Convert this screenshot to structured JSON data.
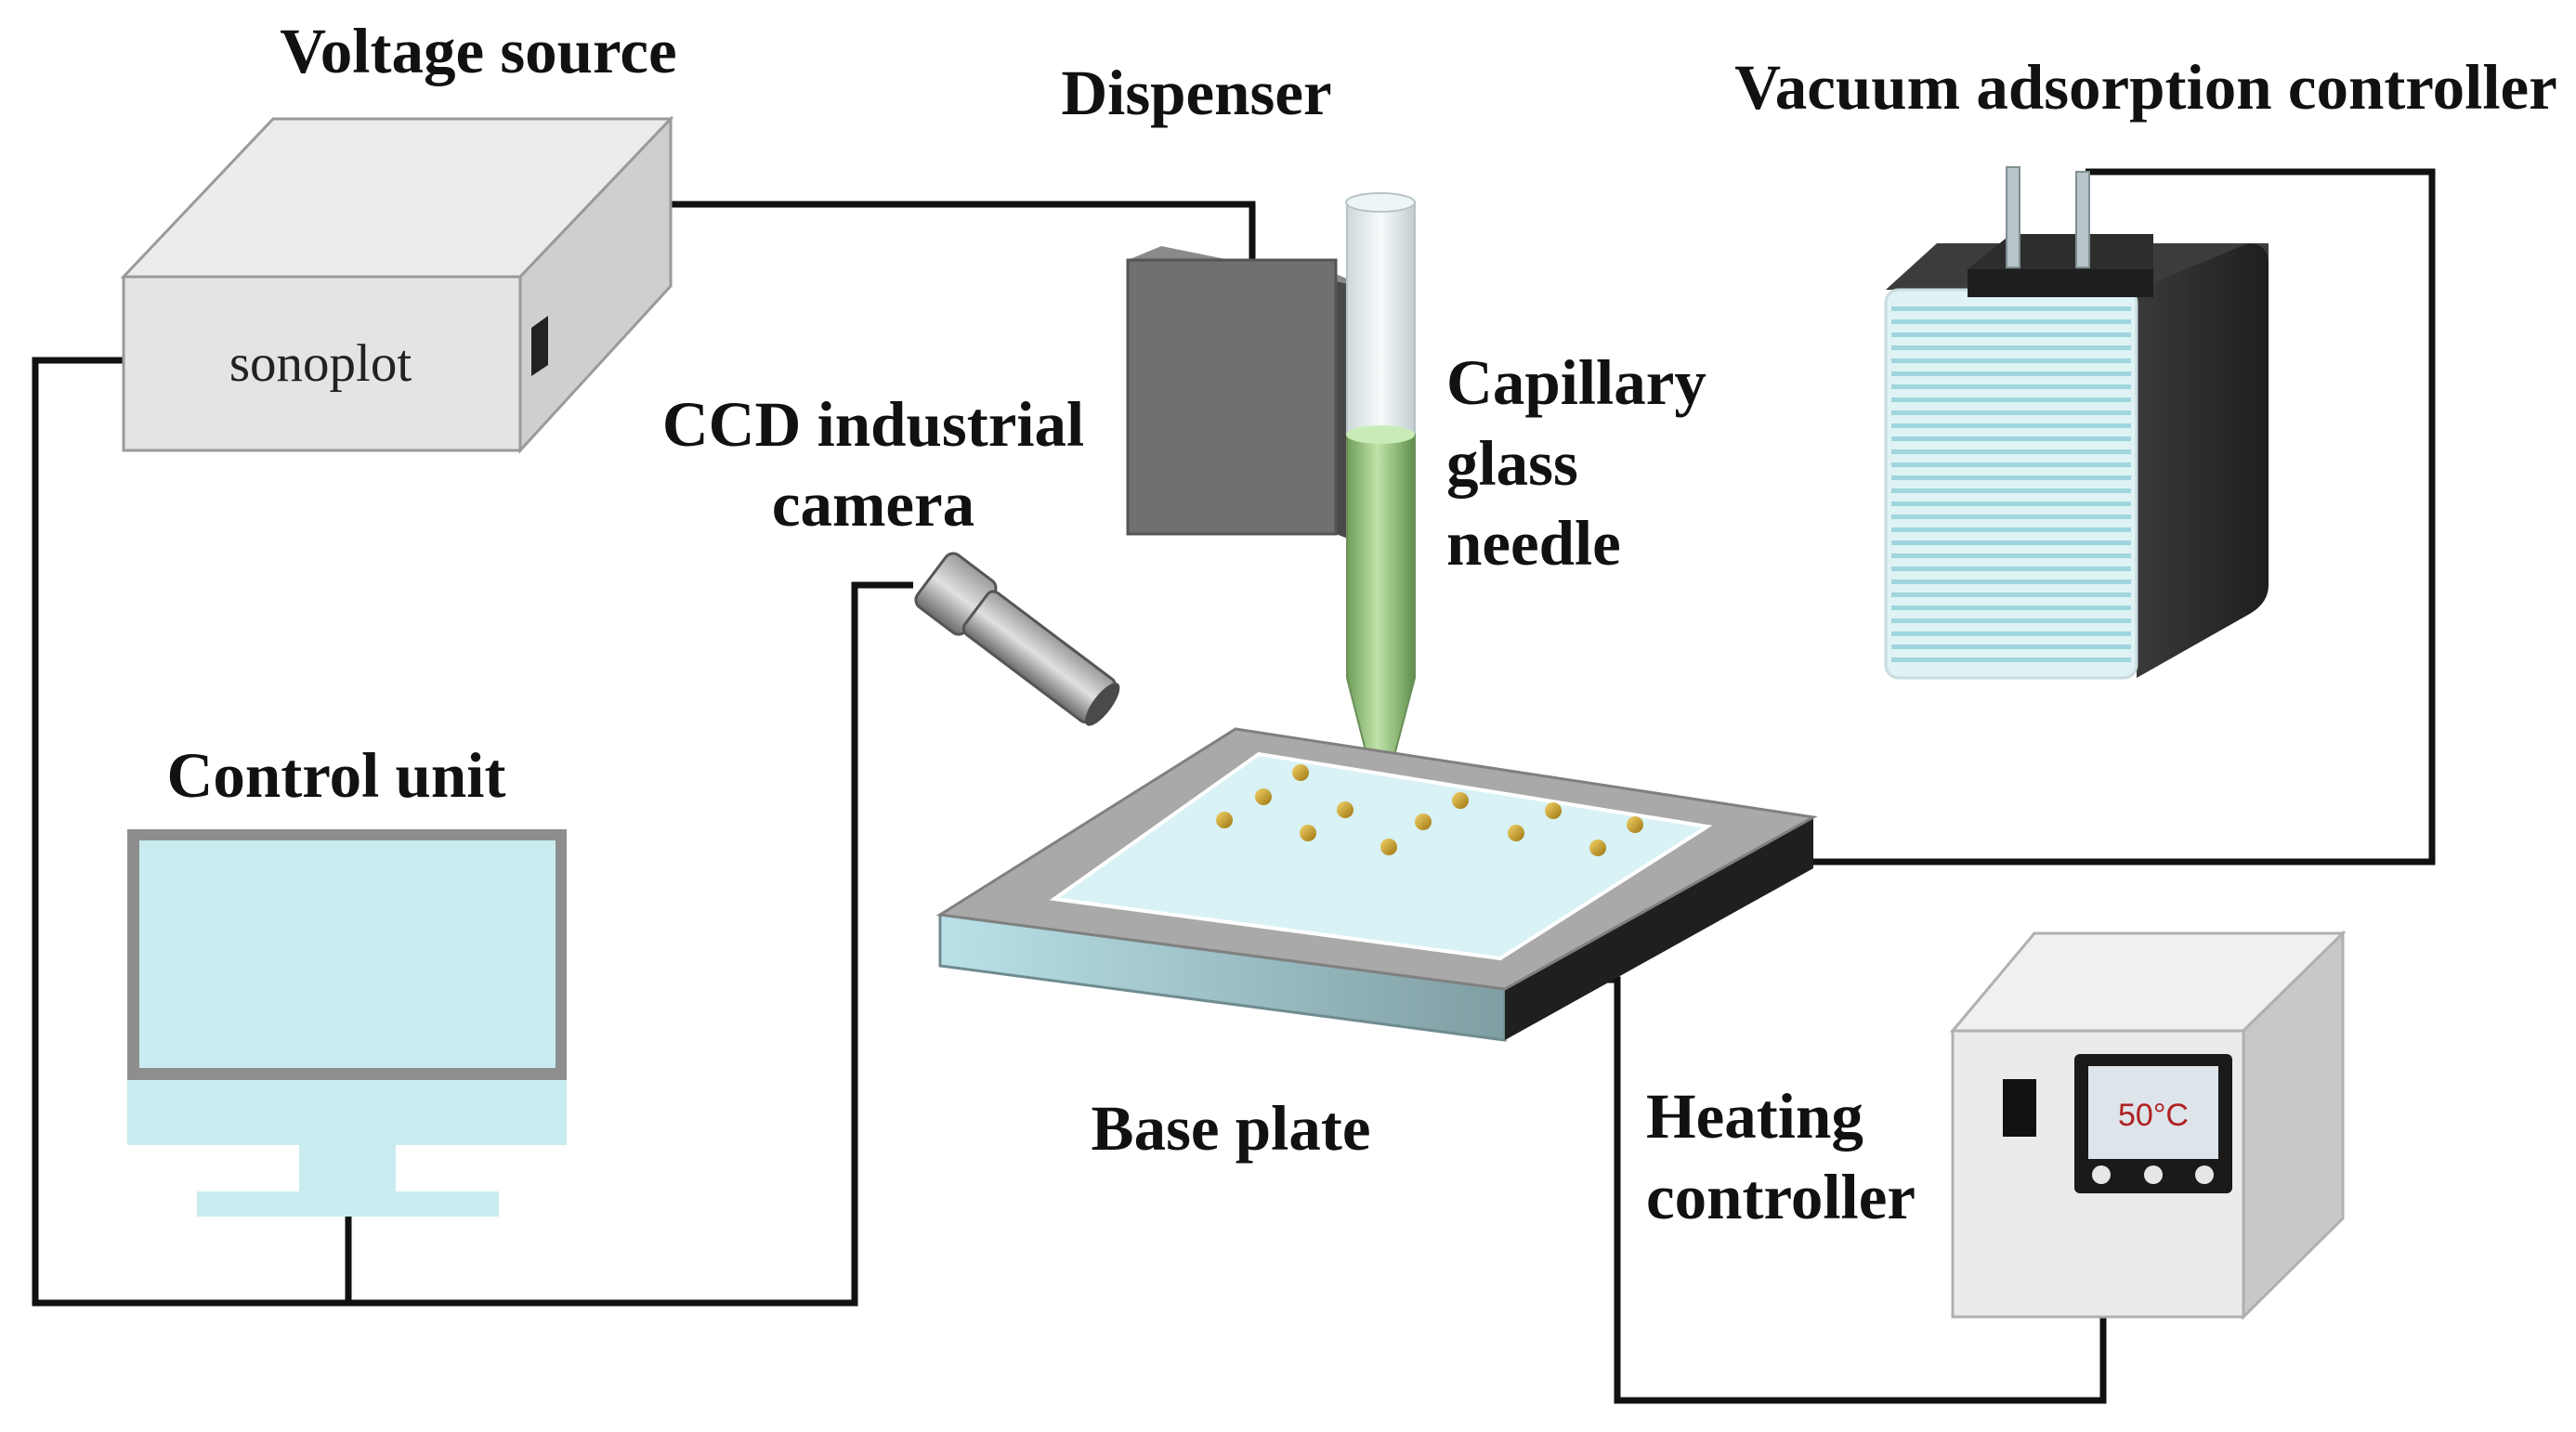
{
  "labels": {
    "voltage_source": "Voltage source",
    "sonoplot": "sonoplot",
    "dispenser": "Dispenser",
    "vacuum_controller": "Vacuum adsorption controller",
    "capillary_line1": "Capillary",
    "capillary_line2": "glass",
    "capillary_line3": "needle",
    "ccd_line1": "CCD industrial",
    "ccd_line2": "camera",
    "control_unit": "Control unit",
    "base_plate": "Base plate",
    "heating_line1": "Heating",
    "heating_line2": "controller",
    "temperature_display": "50°C"
  },
  "colors": {
    "box_light": "#e6e6e6",
    "box_side": "#c8c8c8",
    "screen": "#c8ecef",
    "liquid": "#8fc07a",
    "dot": "#d4a017",
    "dispenser": "#6f6f6f",
    "plate_top": "#c6ecf0",
    "plate_frame": "#a8a8a8"
  }
}
